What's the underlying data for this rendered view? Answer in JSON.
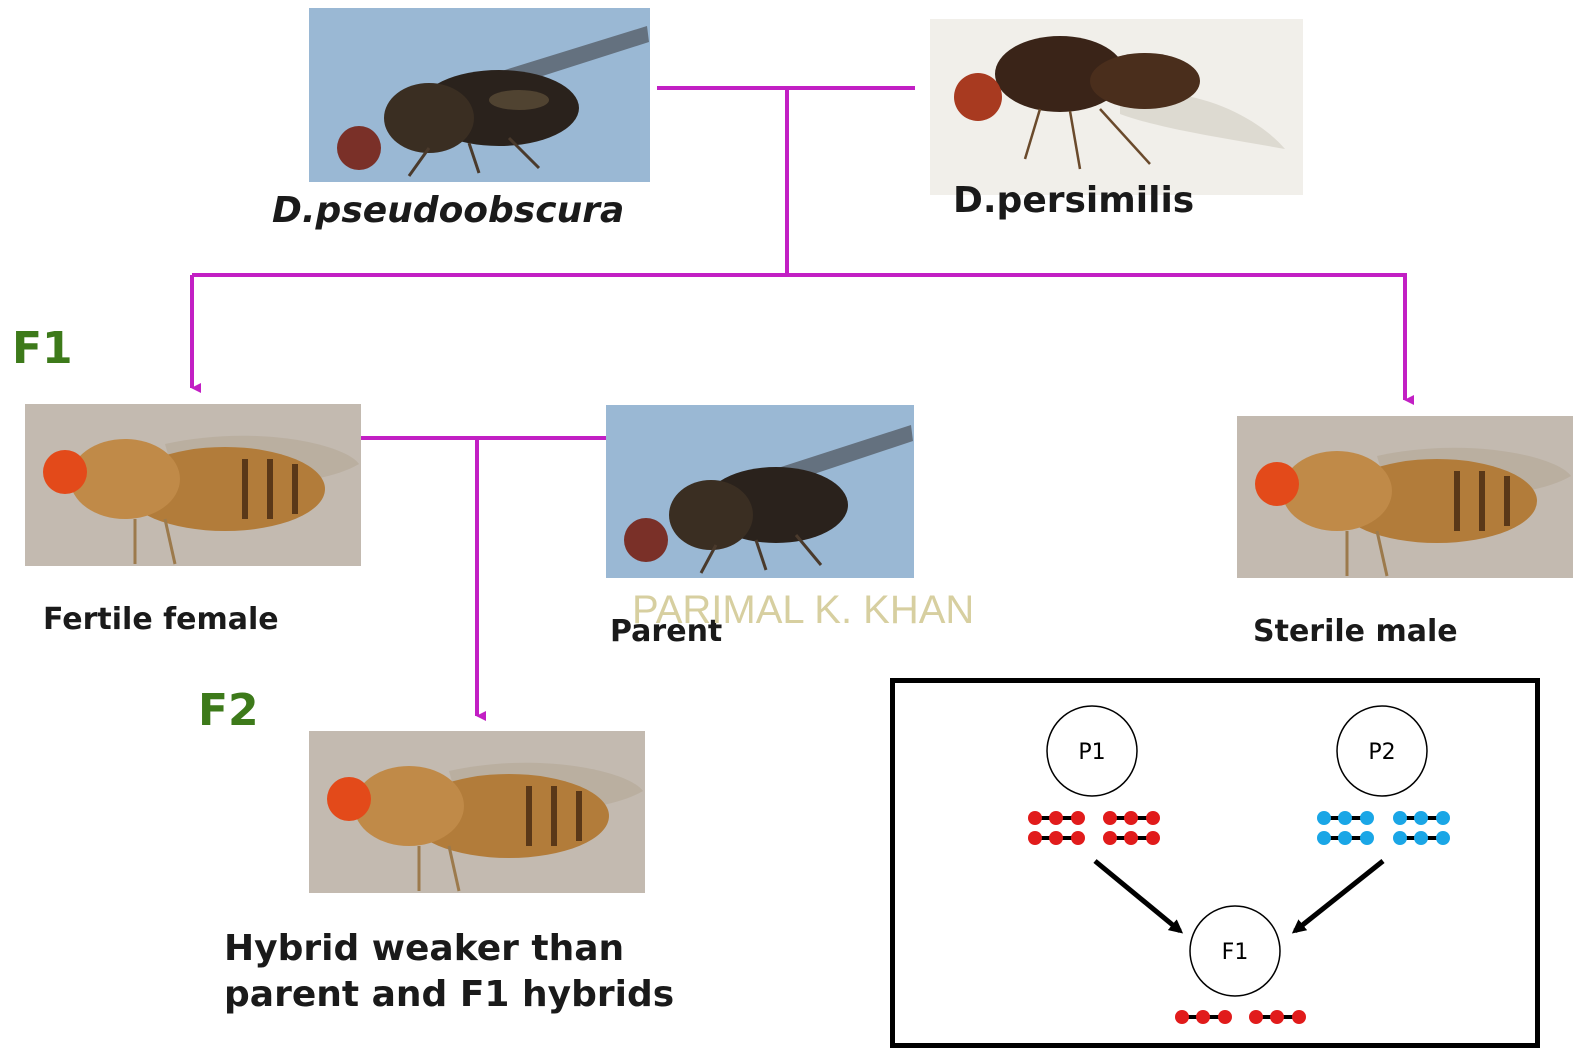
{
  "parents": {
    "species_a": "D.pseudoobscura",
    "species_b": "D.persimilis"
  },
  "generations": {
    "f1_label": "F1",
    "f2_label": "F2"
  },
  "f1": {
    "female_label": "Fertile female",
    "parent_label": "Parent",
    "male_label": "Sterile male"
  },
  "f2": {
    "line1": "Hybrid weaker than",
    "line2": "parent and F1 hybrids"
  },
  "watermark": "PARIMAL K. KHAN",
  "inset": {
    "p1": "P1",
    "p2": "P2",
    "f1": "F1"
  },
  "colors": {
    "cross_line": "#c21fc4",
    "gen_label": "#3d7a1a",
    "chrom_p1": "#e11b1b",
    "chrom_p2": "#1aa6e6"
  },
  "icons": {
    "photo_dark_fly": "dark-fly-photo",
    "photo_pale_fly": "pale-fly-photo",
    "photo_orange_fly": "orange-fly-photo"
  }
}
